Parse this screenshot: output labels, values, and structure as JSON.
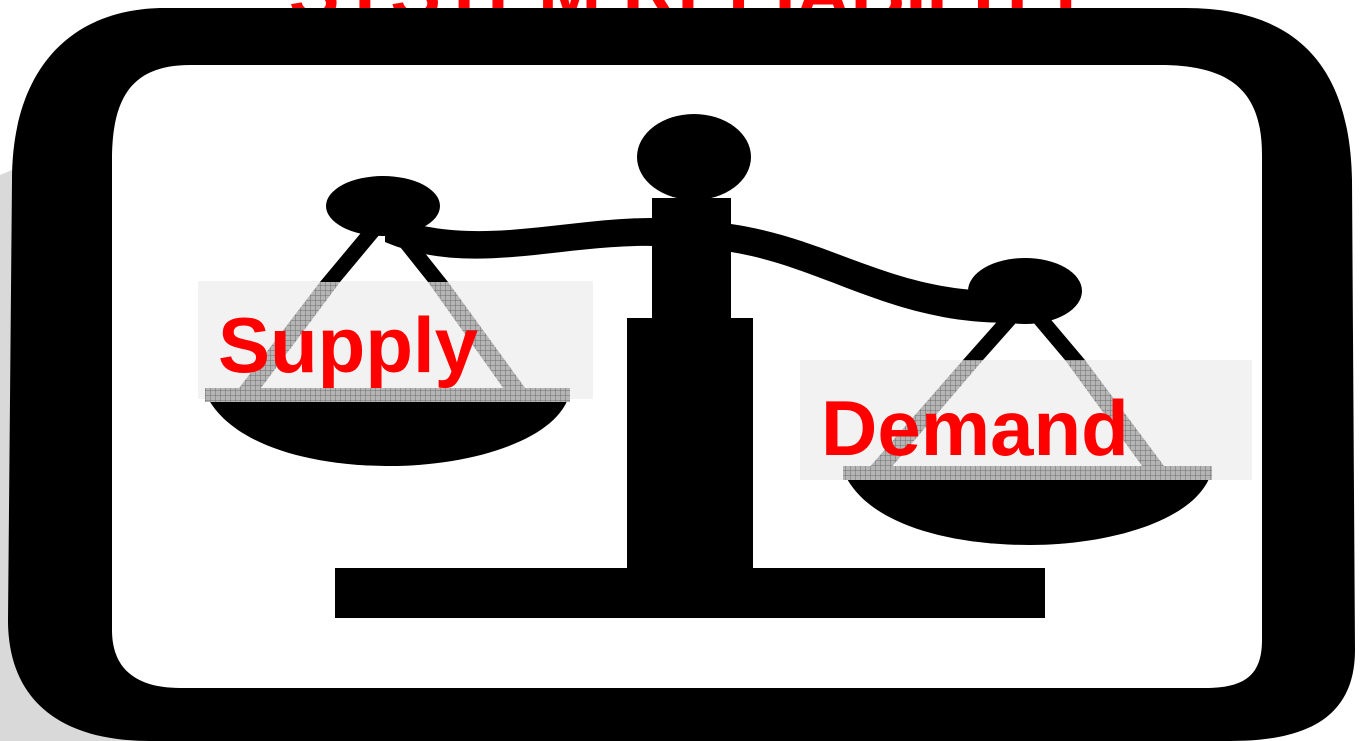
{
  "title": "SYSTEM RELIABILITY",
  "left_pan_label": "Supply",
  "right_pan_label": "Demand",
  "colors": {
    "background": "#ffffff",
    "frame": "#000000",
    "accent_text": "#ff0000",
    "shadow": "#dcdcdc",
    "pan_hatch": "#9a9a9a",
    "label_backdrop": "#f2f2f2"
  }
}
